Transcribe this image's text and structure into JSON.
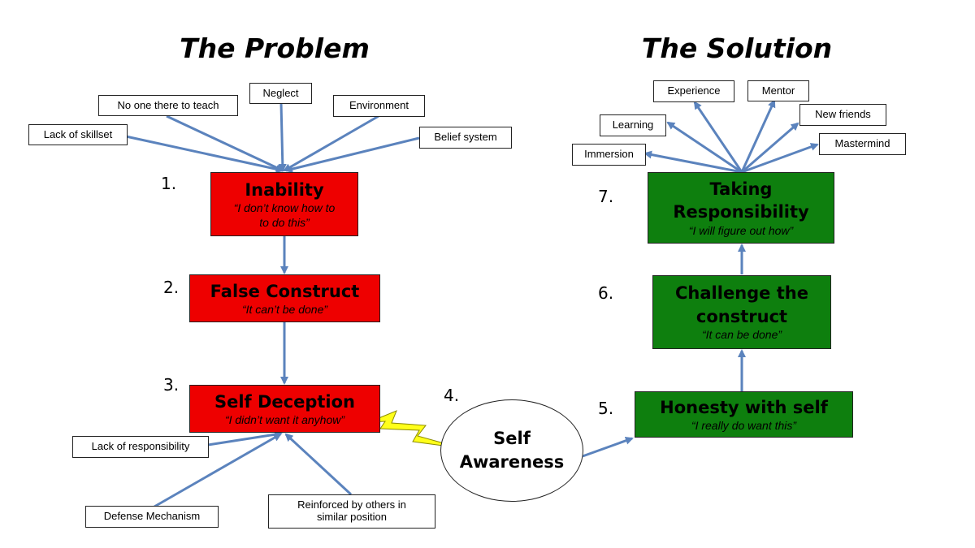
{
  "headings": {
    "problem": "The Problem",
    "solution": "The Solution"
  },
  "colors": {
    "problem_box": "#ee0000",
    "solution_box": "#0e7f0e",
    "arrow": "#5b83bd",
    "bolt": "#ffff1a"
  },
  "problem": {
    "causes": {
      "lack_of_skillset": "Lack of skillset",
      "no_one_to_teach": "No one there to teach",
      "neglect": "Neglect",
      "environment": "Environment",
      "belief_system": "Belief system"
    },
    "steps": [
      {
        "number": "1.",
        "title": "Inability",
        "quote": "“I don’t know how to\nto do this”"
      },
      {
        "number": "2.",
        "title": "False Construct",
        "quote": "“It can’t be done”"
      },
      {
        "number": "3.",
        "title": "Self Deception",
        "quote": "“I didn’t want it anyhow”"
      }
    ],
    "reinforcers": {
      "lack_of_responsibility": "Lack of responsibility",
      "defense_mechanism": "Defense Mechanism",
      "reinforced_by_others": "Reinforced by others in\nsimilar position"
    }
  },
  "pivot": {
    "number": "4.",
    "label": "Self\nAwareness"
  },
  "solution": {
    "steps": [
      {
        "number": "5.",
        "title": "Honesty with self",
        "quote": "“I really do want this”"
      },
      {
        "number": "6.",
        "title": "Challenge the\nconstruct",
        "quote": "“It can be done”"
      },
      {
        "number": "7.",
        "title": "Taking\nResponsibility",
        "quote": "“I will figure out how”"
      }
    ],
    "resources": {
      "experience": "Experience",
      "mentor": "Mentor",
      "learning": "Learning",
      "new_friends": "New friends",
      "immersion": "Immersion",
      "mastermind": "Mastermind"
    }
  }
}
